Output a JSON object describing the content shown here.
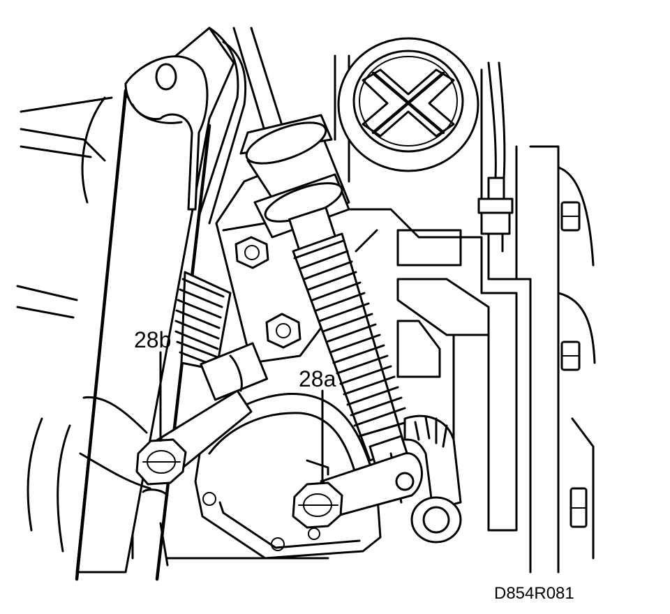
{
  "callouts": {
    "label_28b": "28b",
    "label_28a": "28a"
  },
  "figure_code": "D854R081"
}
